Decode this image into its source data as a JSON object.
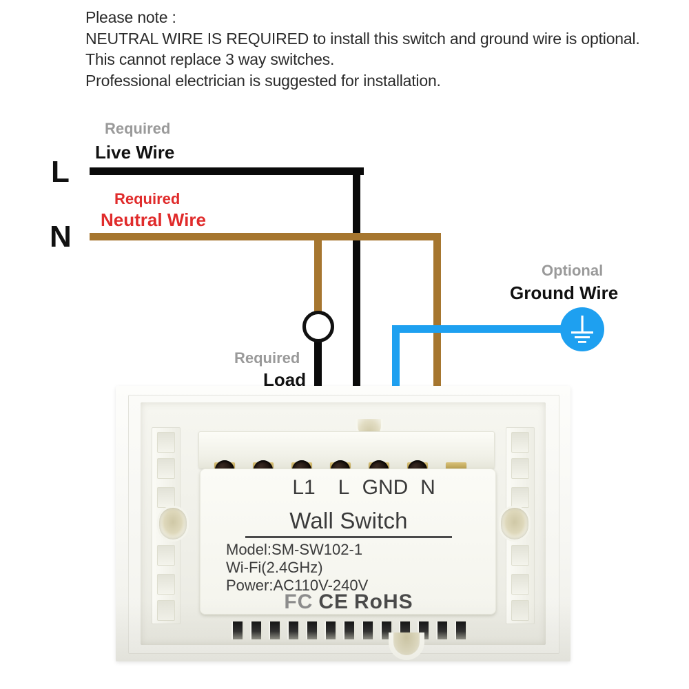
{
  "note": {
    "lines": [
      "Please note :",
      "NEUTRAL WIRE IS REQUIRED to install this switch and ground wire is optional.",
      "This cannot replace 3 way switches.",
      "Professional electrician is suggested for installation."
    ]
  },
  "source_terminals": {
    "live_letter": "L",
    "neutral_letter": "N"
  },
  "wire_labels": {
    "live": {
      "qualifier": "Required",
      "name": "Live Wire",
      "qualifier_color": "#9a9a9a",
      "name_color": "#111111",
      "wire_color": "#0a0a0a"
    },
    "neutral": {
      "qualifier": "Required",
      "name": "Neutral Wire",
      "qualifier_color": "#e02b2b",
      "name_color": "#e02b2b",
      "wire_color": "#a6762f"
    },
    "load": {
      "qualifier": "Required",
      "name": "Load",
      "qualifier_color": "#9a9a9a",
      "name_color": "#111111"
    },
    "ground": {
      "qualifier": "Optional",
      "name": "Ground Wire",
      "qualifier_color": "#9a9a9a",
      "name_color": "#111111",
      "wire_color": "#1ea0f0"
    }
  },
  "switch": {
    "terminals": [
      "L1",
      "L",
      "GND",
      "N"
    ],
    "brand": "Wall Switch",
    "specs": [
      "Model:SM-SW102-1",
      "Wi-Fi(2.4GHz)",
      "Power:AC110V-240V"
    ],
    "marks": {
      "fcc": "FC",
      "ce": "CE",
      "rohs": "RoHS"
    }
  },
  "symbols": {
    "lamp": "load-lamp-symbol",
    "ground": "earth-ground-symbol"
  }
}
